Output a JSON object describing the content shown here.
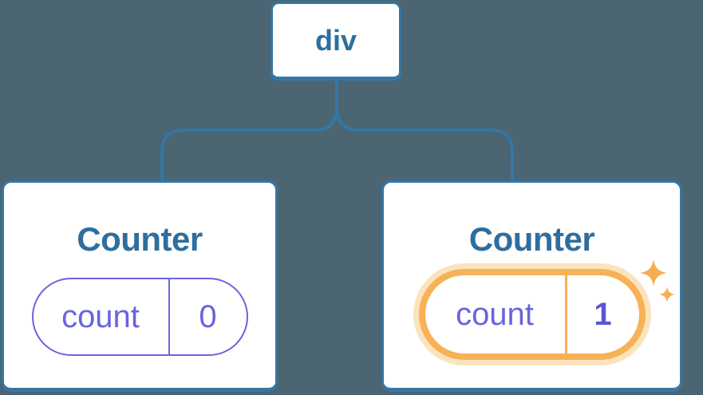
{
  "diagram": {
    "type": "react-component-tree",
    "root": {
      "label": "div"
    },
    "children": [
      {
        "title": "Counter",
        "state": {
          "key": "count",
          "value": "0"
        },
        "highlighted": false
      },
      {
        "title": "Counter",
        "state": {
          "key": "count",
          "value": "1"
        },
        "highlighted": true
      }
    ],
    "icons": {
      "sparkle_large": "sparkle-icon",
      "sparkle_small": "sparkle-icon"
    },
    "colors": {
      "background": "#4C6572",
      "node_border_blue": "#3377A7",
      "label_blue": "#2E6E9E",
      "state_purple": "#6A63DF",
      "value_bold_purple": "#5B55D6",
      "highlight_orange": "#F7B156",
      "highlight_glow": "#FBE3BD",
      "card_background": "#FFFFFF"
    }
  }
}
